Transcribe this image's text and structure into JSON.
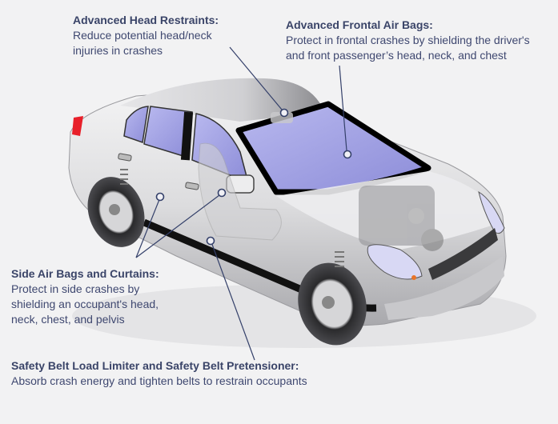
{
  "diagram": {
    "subject": "Car safety features",
    "colors": {
      "background": "#f2f2f3",
      "text": "#3b4468",
      "leader_line": "#34406a",
      "glass": "#a6a6e6",
      "body": "#d9d9db",
      "tail_light": "#e8202a"
    },
    "callouts": [
      {
        "id": "head-restraints",
        "title": "Advanced Head Restraints:",
        "description_lines": [
          "Reduce potential head/neck",
          "injuries in crashes"
        ]
      },
      {
        "id": "frontal-air-bags",
        "title": "Advanced Frontal Air Bags:",
        "description_lines": [
          "Protect in frontal crashes by shielding the driver's",
          "and front passenger’s head, neck, and chest"
        ]
      },
      {
        "id": "side-air-bags",
        "title": "Side Air Bags and Curtains:",
        "description_lines": [
          "Protect in side crashes by",
          "shielding an occupant's head,",
          "neck, chest, and pelvis"
        ]
      },
      {
        "id": "safety-belt",
        "title": "Safety Belt Load Limiter and Safety Belt Pretensioner:",
        "description_lines": [
          "Absorb crash energy and tighten belts to restrain occupants"
        ]
      }
    ]
  }
}
